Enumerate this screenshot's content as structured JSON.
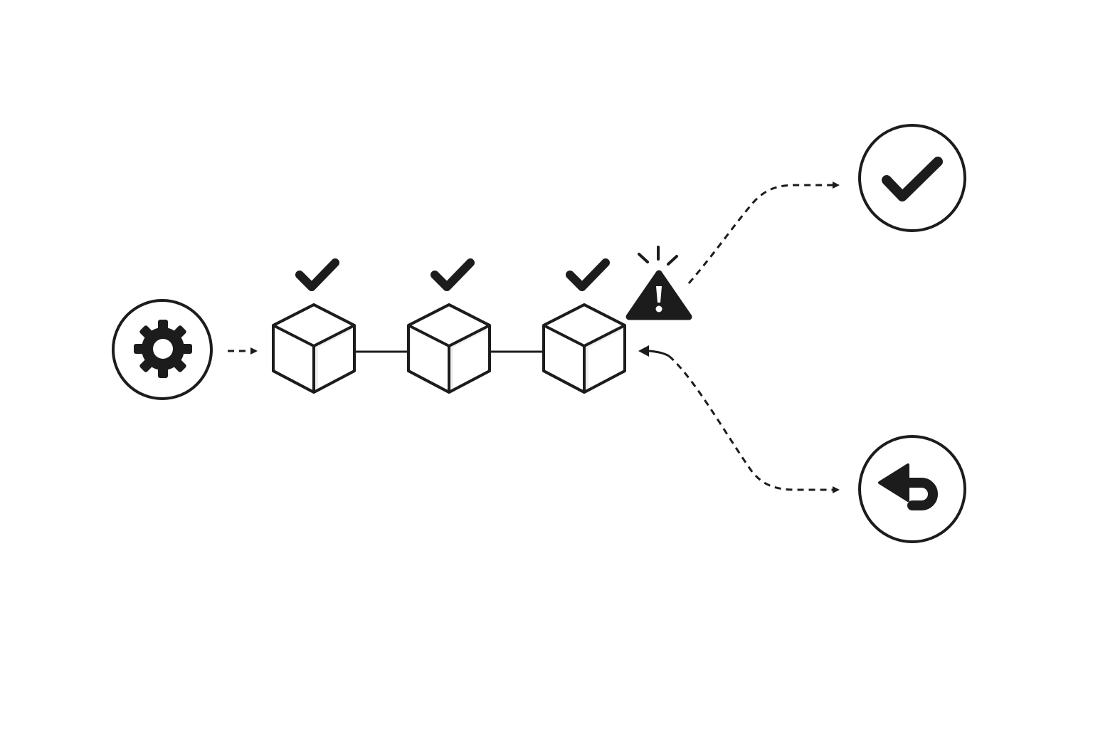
{
  "diagram": {
    "type": "pipeline-flow",
    "colors": {
      "background": "#ffffff",
      "ink": "#1c1c1c",
      "cube_face": "#ffffff",
      "cube_shade": "#efefef"
    },
    "start_node": {
      "icon": "gear-icon"
    },
    "stages": [
      {
        "id": "stage-1",
        "icon": "cube-icon",
        "status": "passed",
        "status_icon": "check-icon"
      },
      {
        "id": "stage-2",
        "icon": "cube-icon",
        "status": "passed",
        "status_icon": "check-icon"
      },
      {
        "id": "stage-3",
        "icon": "cube-icon",
        "status": "passed",
        "status_icon": "check-icon"
      }
    ],
    "alert": {
      "icon": "warning-triangle-icon"
    },
    "outcomes": [
      {
        "id": "success",
        "icon": "check-icon"
      },
      {
        "id": "rollback",
        "icon": "undo-arrow-icon"
      }
    ]
  }
}
